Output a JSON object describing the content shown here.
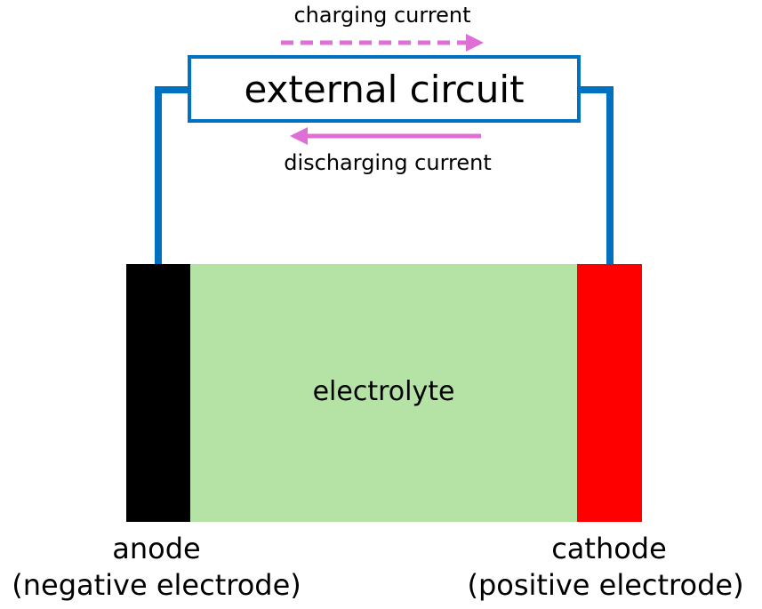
{
  "labels": {
    "charging_current": "charging current",
    "external_circuit": "external circuit",
    "discharging_current": "discharging current",
    "electrolyte": "electrolyte",
    "anode": "anode",
    "anode_sub": "(negative electrode)",
    "cathode": "cathode",
    "cathode_sub": "(positive electrode)"
  },
  "colors": {
    "wire": "#0070c0",
    "anode": "#000000",
    "electrolyte": "#b5e3a5",
    "cathode": "#ff0000",
    "current_arrow": "#dd6fd5"
  }
}
